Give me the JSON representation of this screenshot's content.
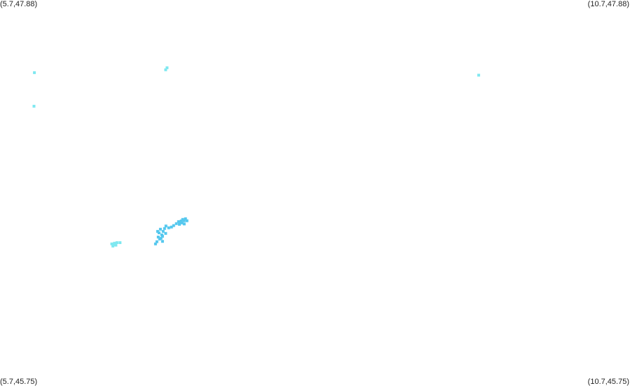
{
  "map": {
    "bounds": {
      "lon_min": 5.7,
      "lon_max": 10.7,
      "lat_min": 45.75,
      "lat_max": 47.88
    },
    "corner_labels": {
      "top_left": "(5.7,47.88)",
      "top_right": "(10.7,47.88)",
      "bottom_left": "(5.7,45.75)",
      "bottom_right": "(10.7,45.75)"
    },
    "colors": {
      "background": "#ffffff",
      "point_cyan": "#7fe8f0",
      "point_blue": "#55c8ee"
    },
    "points": [
      {
        "lon": 5.973,
        "lat": 47.479,
        "color": "#7fe8f0"
      },
      {
        "lon": 5.97,
        "lat": 47.294,
        "color": "#7fe8f0"
      },
      {
        "lon": 7.015,
        "lat": 47.495,
        "color": "#7fe8f0"
      },
      {
        "lon": 7.026,
        "lat": 47.506,
        "color": "#7fe8f0"
      },
      {
        "lon": 9.499,
        "lat": 47.465,
        "color": "#7fe8f0"
      },
      {
        "lon": 6.587,
        "lat": 46.534,
        "color": "#7fe8f0"
      },
      {
        "lon": 6.6,
        "lat": 46.53,
        "color": "#7fe8f0"
      },
      {
        "lon": 6.609,
        "lat": 46.538,
        "color": "#7fe8f0"
      },
      {
        "lon": 6.628,
        "lat": 46.541,
        "color": "#7fe8f0"
      },
      {
        "lon": 6.596,
        "lat": 46.522,
        "color": "#7fe8f0"
      },
      {
        "lon": 6.62,
        "lat": 46.527,
        "color": "#7fe8f0"
      },
      {
        "lon": 6.653,
        "lat": 46.541,
        "color": "#7fe8f0"
      },
      {
        "lon": 6.945,
        "lat": 46.546,
        "color": "#55c8ee"
      },
      {
        "lon": 6.956,
        "lat": 46.572,
        "color": "#55c8ee"
      },
      {
        "lon": 6.962,
        "lat": 46.595,
        "color": "#55c8ee"
      },
      {
        "lon": 6.973,
        "lat": 46.615,
        "color": "#55c8ee"
      },
      {
        "lon": 6.984,
        "lat": 46.584,
        "color": "#55c8ee"
      },
      {
        "lon": 6.995,
        "lat": 46.603,
        "color": "#55c8ee"
      },
      {
        "lon": 7.006,
        "lat": 46.619,
        "color": "#55c8ee"
      },
      {
        "lon": 6.967,
        "lat": 46.561,
        "color": "#55c8ee"
      },
      {
        "lon": 6.978,
        "lat": 46.565,
        "color": "#55c8ee"
      },
      {
        "lon": 6.951,
        "lat": 46.603,
        "color": "#55c8ee"
      },
      {
        "lon": 6.99,
        "lat": 46.576,
        "color": "#55c8ee"
      },
      {
        "lon": 7.015,
        "lat": 46.592,
        "color": "#55c8ee"
      },
      {
        "lon": 7.039,
        "lat": 46.623,
        "color": "#55c8ee"
      },
      {
        "lon": 7.061,
        "lat": 46.627,
        "color": "#55c8ee"
      },
      {
        "lon": 7.078,
        "lat": 46.635,
        "color": "#55c8ee"
      },
      {
        "lon": 7.1,
        "lat": 46.646,
        "color": "#55c8ee"
      },
      {
        "lon": 7.117,
        "lat": 46.657,
        "color": "#55c8ee"
      },
      {
        "lon": 7.128,
        "lat": 46.654,
        "color": "#55c8ee"
      },
      {
        "lon": 7.139,
        "lat": 46.661,
        "color": "#55c8ee"
      },
      {
        "lon": 7.15,
        "lat": 46.669,
        "color": "#55c8ee"
      },
      {
        "lon": 7.161,
        "lat": 46.662,
        "color": "#55c8ee"
      },
      {
        "lon": 7.172,
        "lat": 46.673,
        "color": "#55c8ee"
      },
      {
        "lon": 7.184,
        "lat": 46.662,
        "color": "#55c8ee"
      },
      {
        "lon": 7.124,
        "lat": 46.642,
        "color": "#55c8ee"
      },
      {
        "lon": 7.145,
        "lat": 46.65,
        "color": "#55c8ee"
      },
      {
        "lon": 7.162,
        "lat": 46.644,
        "color": "#55c8ee"
      },
      {
        "lon": 7.017,
        "lat": 46.633,
        "color": "#55c8ee"
      },
      {
        "lon": 6.934,
        "lat": 46.534,
        "color": "#55c8ee"
      },
      {
        "lon": 6.99,
        "lat": 46.548,
        "color": "#55c8ee"
      }
    ]
  }
}
